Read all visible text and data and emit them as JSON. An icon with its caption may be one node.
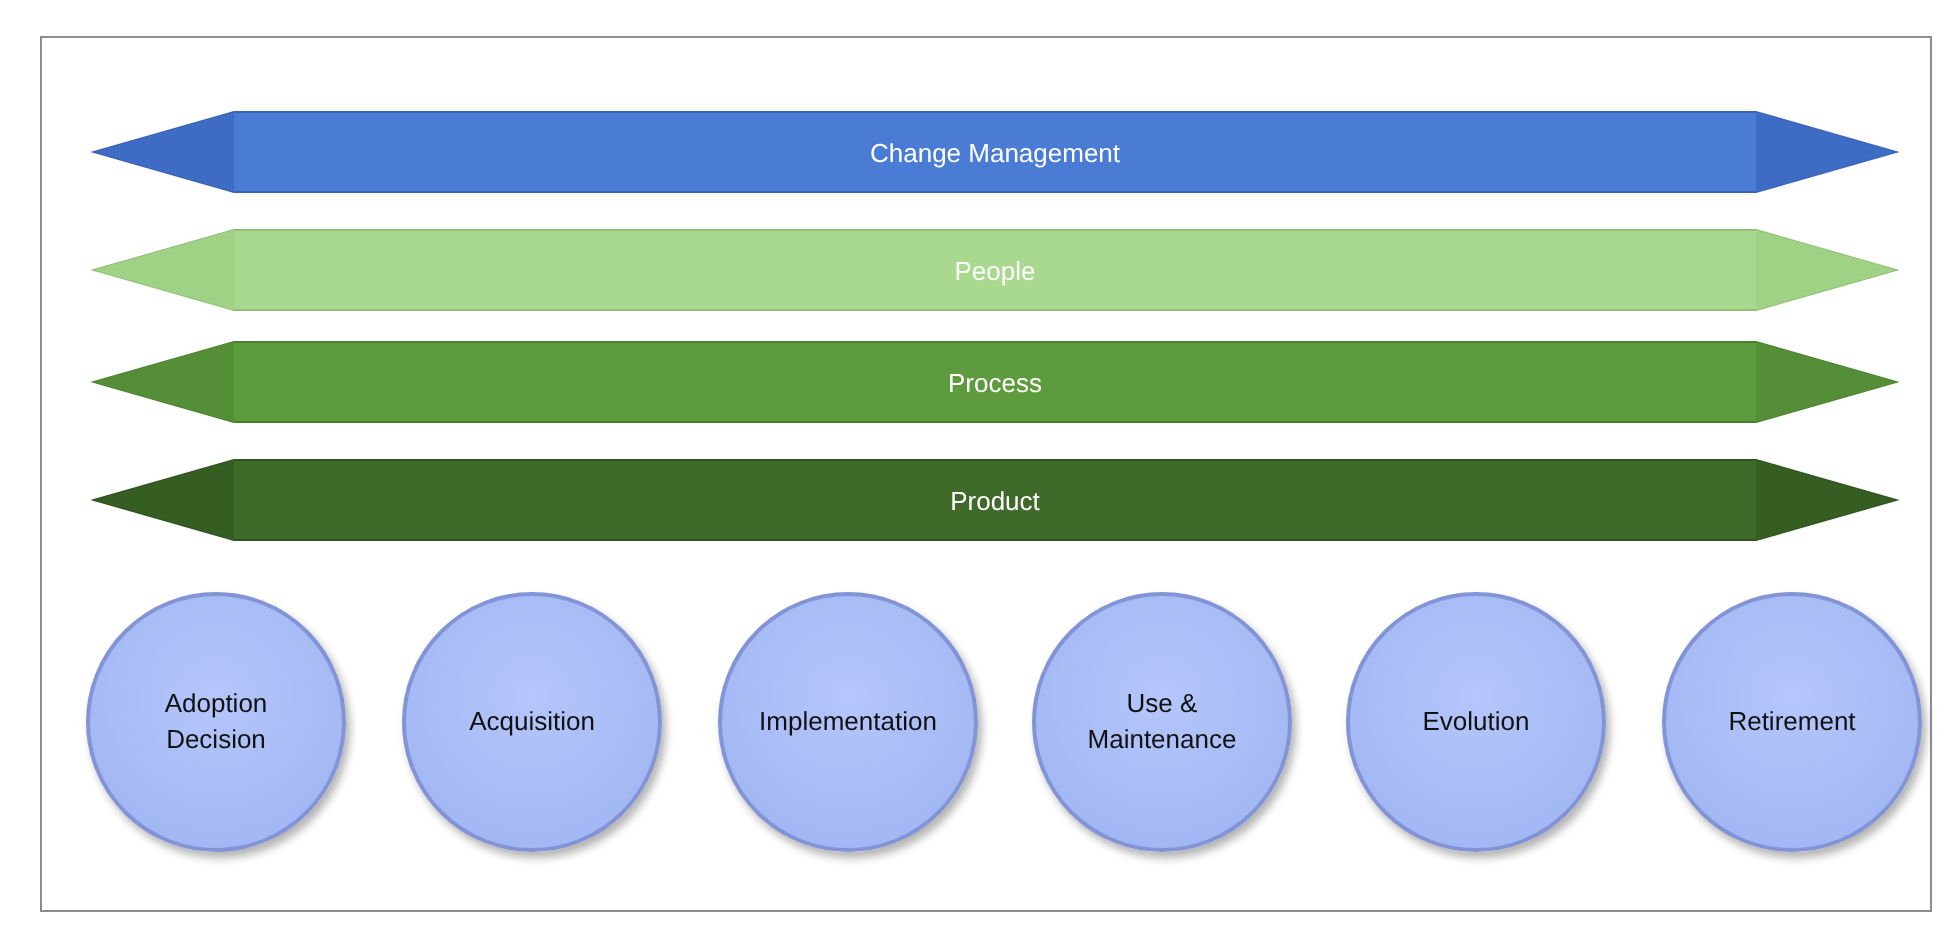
{
  "diagram": {
    "nodes": [
      {
        "text": [
          "Change Management"
        ]
      },
      {
        "text": [
          "People"
        ]
      },
      {
        "text": [
          "Process"
        ]
      },
      {
        "text": [
          "Product"
        ]
      },
      {
        "text": [
          "Adoption Decision"
        ]
      },
      {
        "text": [
          "Acquisition"
        ]
      },
      {
        "text": [
          "Implementation"
        ]
      },
      {
        "text": [
          "Use & Maintenance"
        ]
      },
      {
        "text": [
          "Evolution"
        ]
      },
      {
        "text": [
          "Retirement"
        ]
      }
    ]
  }
}
